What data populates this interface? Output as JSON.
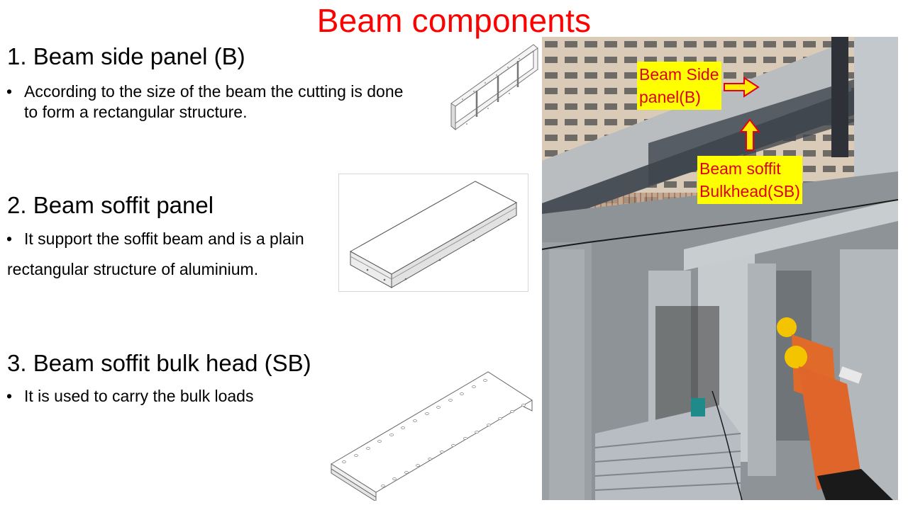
{
  "slide": {
    "title": "Beam components",
    "sections": [
      {
        "heading": "1. Beam side panel (B)",
        "bullet_marker": "•",
        "bullet_lines": [
          "According to the size of the beam the cutting is done",
          "to form a rectangular structure."
        ],
        "figure": "beam-side-panel-drawing"
      },
      {
        "heading": "2. Beam soffit panel",
        "bullet_marker": "•",
        "bullet_line1": "It support the soffit beam and is a plain",
        "bullet_line2": "rectangular structure of aluminium.",
        "figure": "beam-soffit-panel-drawing"
      },
      {
        "heading": "3. Beam soffit bulk head (SB)",
        "bullet_marker": "•",
        "bullet_line1": "It is used to carry the bulk loads",
        "figure": "beam-soffit-bulkhead-drawing"
      }
    ],
    "photo": {
      "description": "Construction site with aluminium formwork, beams and two workers in hard hats",
      "labels": [
        {
          "lines": [
            "Beam Side",
            "panel(B)"
          ],
          "arrow": "right"
        },
        {
          "lines": [
            "Beam soffit",
            "Bulkhead(SB)"
          ],
          "arrow": "up"
        }
      ]
    },
    "colors": {
      "title": "#ff0000",
      "label_bg": "#ffff00",
      "label_text": "#e0001a",
      "arrow_fill": "#ffee00",
      "arrow_stroke": "#e0001a"
    }
  }
}
